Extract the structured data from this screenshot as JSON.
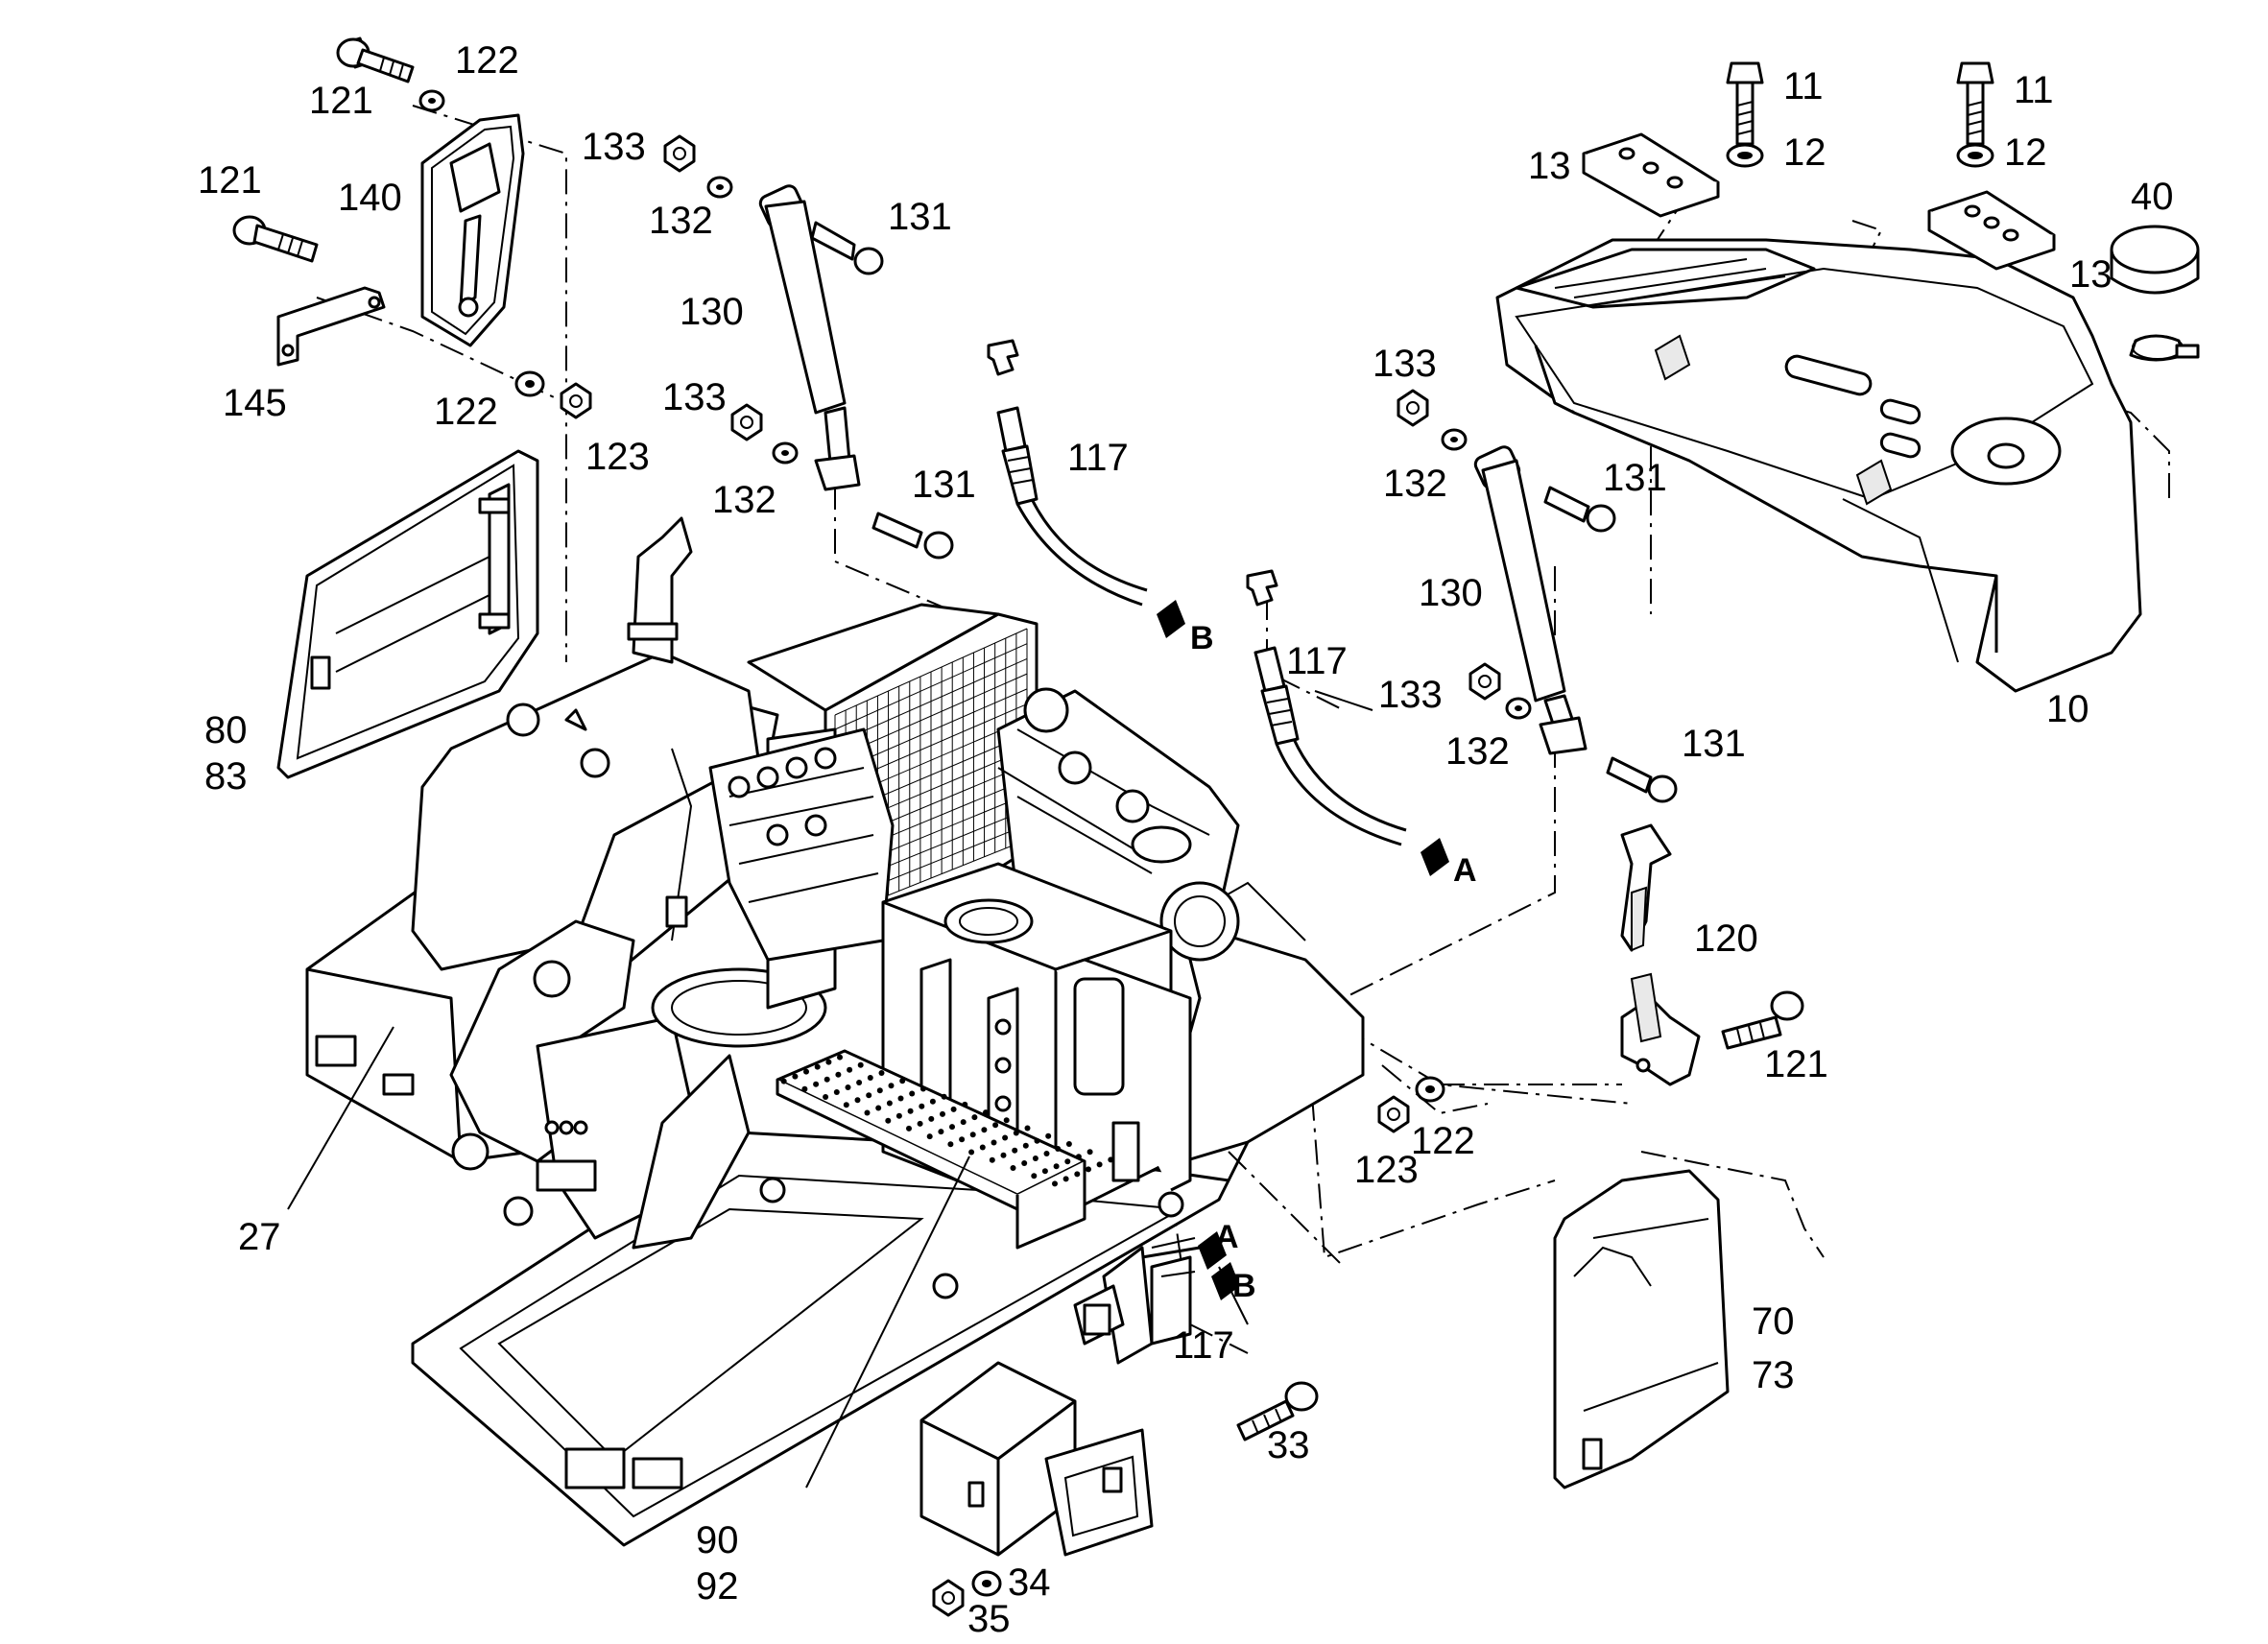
{
  "diagram": {
    "labels": [
      "10",
      "11",
      "11",
      "12",
      "12",
      "13",
      "13",
      "27",
      "33",
      "34",
      "35",
      "40",
      "70",
      "73",
      "80",
      "83",
      "90",
      "92",
      "117",
      "117",
      "117",
      "120",
      "121",
      "121",
      "121",
      "122",
      "122",
      "122",
      "123",
      "123",
      "130",
      "130",
      "131",
      "131",
      "131",
      "131",
      "132",
      "132",
      "132",
      "132",
      "133",
      "133",
      "133",
      "133",
      "140",
      "145"
    ],
    "arrow_markers": [
      "B",
      "A",
      "A",
      "B"
    ]
  }
}
